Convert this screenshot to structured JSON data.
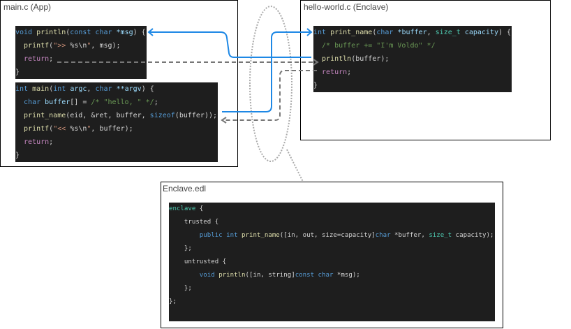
{
  "app": {
    "title": "main.c (App)",
    "println_code": {
      "lines": [
        [
          {
            "t": "void ",
            "color": "#569cd6"
          },
          {
            "t": "println",
            "color": "#dcdcaa"
          },
          {
            "t": "(",
            "color": "#d4d4d4"
          },
          {
            "t": "const char ",
            "color": "#569cd6"
          },
          {
            "t": "*msg",
            "color": "#9cdcfe"
          },
          {
            "t": ") {",
            "color": "#d4d4d4"
          }
        ],
        [
          {
            "t": "  printf",
            "color": "#dcdcaa"
          },
          {
            "t": "(",
            "color": "#d4d4d4"
          },
          {
            "t": "\">> ",
            "color": "#ce9178"
          },
          {
            "t": "%s\\n",
            "color": "#d4d4d4"
          },
          {
            "t": "\"",
            "color": "#ce9178"
          },
          {
            "t": ", msg);",
            "color": "#d4d4d4"
          }
        ],
        [
          {
            "t": "  return",
            "color": "#c586c0"
          },
          {
            "t": ";",
            "color": "#d4d4d4"
          }
        ],
        [
          {
            "t": "}",
            "color": "#d4d4d4"
          }
        ]
      ]
    },
    "main_code": {
      "lines": [
        [
          {
            "t": "int ",
            "color": "#569cd6"
          },
          {
            "t": "main",
            "color": "#dcdcaa"
          },
          {
            "t": "(",
            "color": "#d4d4d4"
          },
          {
            "t": "int ",
            "color": "#569cd6"
          },
          {
            "t": "argc",
            "color": "#9cdcfe"
          },
          {
            "t": ", ",
            "color": "#d4d4d4"
          },
          {
            "t": "char ",
            "color": "#569cd6"
          },
          {
            "t": "**argv",
            "color": "#9cdcfe"
          },
          {
            "t": ") {",
            "color": "#d4d4d4"
          }
        ],
        [
          {
            "t": "  char ",
            "color": "#569cd6"
          },
          {
            "t": "buffer",
            "color": "#9cdcfe"
          },
          {
            "t": "[] = ",
            "color": "#d4d4d4"
          },
          {
            "t": "/* \"hello, \" */",
            "color": "#6a9955"
          },
          {
            "t": ";",
            "color": "#d4d4d4"
          }
        ],
        [
          {
            "t": "  print_name",
            "color": "#dcdcaa"
          },
          {
            "t": "(eid, &ret, buffer, ",
            "color": "#d4d4d4"
          },
          {
            "t": "sizeof",
            "color": "#569cd6"
          },
          {
            "t": "(buffer));",
            "color": "#d4d4d4"
          }
        ],
        [
          {
            "t": "  printf",
            "color": "#dcdcaa"
          },
          {
            "t": "(",
            "color": "#d4d4d4"
          },
          {
            "t": "\"<< ",
            "color": "#ce9178"
          },
          {
            "t": "%s\\n",
            "color": "#d4d4d4"
          },
          {
            "t": "\"",
            "color": "#ce9178"
          },
          {
            "t": ", buffer);",
            "color": "#d4d4d4"
          }
        ],
        [
          {
            "t": "  return",
            "color": "#c586c0"
          },
          {
            "t": ";",
            "color": "#d4d4d4"
          }
        ],
        [
          {
            "t": "}",
            "color": "#d4d4d4"
          }
        ]
      ]
    }
  },
  "enclave": {
    "title": "hello-world.c (Enclave)",
    "print_name_code": {
      "lines": [
        [
          {
            "t": "int ",
            "color": "#569cd6"
          },
          {
            "t": "print_name",
            "color": "#dcdcaa"
          },
          {
            "t": "(",
            "color": "#d4d4d4"
          },
          {
            "t": "char ",
            "color": "#569cd6"
          },
          {
            "t": "*buffer",
            "color": "#9cdcfe"
          },
          {
            "t": ", ",
            "color": "#d4d4d4"
          },
          {
            "t": "size_t ",
            "color": "#4ec9b0"
          },
          {
            "t": "capacity",
            "color": "#9cdcfe"
          },
          {
            "t": ") {",
            "color": "#d4d4d4"
          }
        ],
        [
          {
            "t": "  /* buffer += \"I'm Voldo\" */",
            "color": "#6a9955"
          }
        ],
        [
          {
            "t": "  println",
            "color": "#dcdcaa"
          },
          {
            "t": "(buffer);",
            "color": "#d4d4d4"
          }
        ],
        [
          {
            "t": "  return",
            "color": "#c586c0"
          },
          {
            "t": ";",
            "color": "#d4d4d4"
          }
        ],
        [
          {
            "t": "}",
            "color": "#d4d4d4"
          }
        ]
      ]
    }
  },
  "edl": {
    "title": "Enclave.edl",
    "code": {
      "lines": [
        [
          {
            "t": "enclave",
            "color": "#4ec9b0"
          },
          {
            "t": " {",
            "color": "#d4d4d4"
          }
        ],
        [
          {
            "t": "    trusted {",
            "color": "#d4d4d4"
          }
        ],
        [
          {
            "t": "        public int ",
            "color": "#569cd6"
          },
          {
            "t": "print_name",
            "color": "#dcdcaa"
          },
          {
            "t": "([in, out, size=capacity]",
            "color": "#d4d4d4"
          },
          {
            "t": "char",
            "color": "#569cd6"
          },
          {
            "t": " *buffer, ",
            "color": "#d4d4d4"
          },
          {
            "t": "size_t",
            "color": "#4ec9b0"
          },
          {
            "t": " capacity);",
            "color": "#d4d4d4"
          }
        ],
        [
          {
            "t": "    };",
            "color": "#d4d4d4"
          }
        ],
        [
          {
            "t": "    untrusted {",
            "color": "#d4d4d4"
          }
        ],
        [
          {
            "t": "        void ",
            "color": "#569cd6"
          },
          {
            "t": "println",
            "color": "#dcdcaa"
          },
          {
            "t": "([in, string]",
            "color": "#d4d4d4"
          },
          {
            "t": "const char",
            "color": "#569cd6"
          },
          {
            "t": " *msg);",
            "color": "#d4d4d4"
          }
        ],
        [
          {
            "t": "    };",
            "color": "#d4d4d4"
          }
        ],
        [
          {
            "t": "};",
            "color": "#d4d4d4"
          }
        ]
      ]
    }
  },
  "colors": {
    "code_background": "#1e1e1e",
    "call_arrow": "#1e88e5",
    "return_arrow": "#777777",
    "boundary": "#aaaaaa"
  }
}
